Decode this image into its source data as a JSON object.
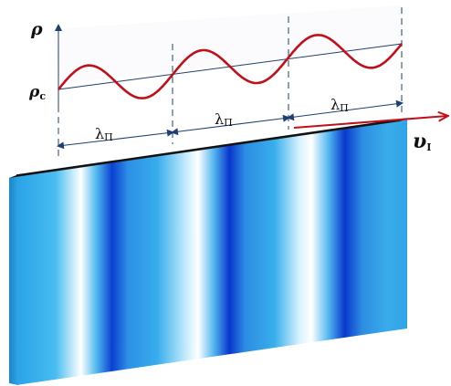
{
  "labels": {
    "rho": "ρ",
    "rho_c_main": "ρ",
    "rho_c_sub": "c",
    "lambda_main": "λ",
    "lambda_sub": "Π",
    "velocity_main": "υ",
    "velocity_sub": "I"
  },
  "colors": {
    "wave": "#c0101a",
    "axis": "#1f3f70",
    "velocity_arrow": "#c0101a",
    "slab_base": "#29a3e8",
    "slab_dark": "#0a3ccf",
    "slab_light": "#ffffff"
  },
  "icons": {
    "rho_axis": "arrow-up-icon",
    "velocity": "arrow-right-icon",
    "span": "double-arrow-icon"
  }
}
